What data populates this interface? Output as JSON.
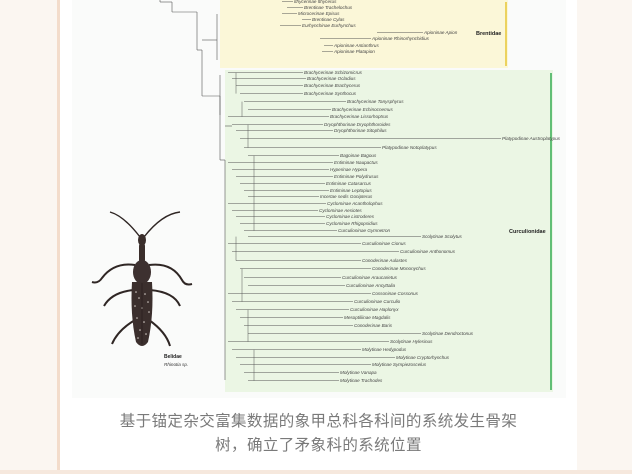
{
  "tree": {
    "families": [
      {
        "name": "Brentidae",
        "color": "#e9c840",
        "box_color": "#fbf7d8"
      },
      {
        "name": "Curculionidae",
        "color": "#3fb05a",
        "box_color": "#ebf6e4"
      }
    ],
    "taxa_top": [
      "Ithycerinae Ithycerus",
      "Brentinae Trachelochus",
      "Microcerinae Episus",
      "Brentinae Cylas",
      "Eurhynchinae Eurhynchus",
      "Apioninae Apion",
      "Apioninae Rhinorhynchidius",
      "Apioninae Antianthrus",
      "Apioninae Platapion"
    ],
    "taxa_curc": [
      "Brachycerinae Schizomicrus",
      "Brachycerinae Ocladius",
      "Brachycerinae Brachycerus",
      "Brachycerinae Synthocus",
      "Brachycerinae Tanysphyrus",
      "Brachycerinae Echinocnemus",
      "Brachycerinae Lissorhoptrus",
      "Dryophthorinae Dryophthoroides",
      "Dryophthorinae Sitophilus",
      "Platypodinae Austroplatypus",
      "Platypodinae Notoplatypus",
      "Bagoinae Bagous",
      "Entiminae Naupactus",
      "Hyperinae Hypera",
      "Entiminae Polydrusus",
      "Entiminae Catasarcus",
      "Entiminae Leptopius",
      "Incertae sedis Gonipterus",
      "Cyclominae Acantholophus",
      "Cyclominae Aesiotes",
      "Cyclominae Listroderes",
      "Cyclominae Rhigopsidius",
      "Curculioninae Gymnetron",
      "Scolytinae Scolytus",
      "Curculioninae Cionus",
      "Curculioninae Anthonomus",
      "Conoderinae Aulastes",
      "Conoderinae Mononychus",
      "Curculioninae Araucarietus",
      "Curculioninae Ancyttalia",
      "Cossoninae Cossonus",
      "Curculioninae Curculio",
      "Curculioninae Haplonyx",
      "Mesoptiliinae Magdalis",
      "Conoderinae Baris",
      "Scolytinae Dendroctonus",
      "Scolytinae Hylesinus",
      "Molytinae Hedypodus",
      "Molytinae Cryptorhynchus",
      "Molytinae Sympiezoscelus",
      "Molytinae Vanapa",
      "Molytinae Trachodes"
    ],
    "inset": {
      "family": "Belidae",
      "species": "Rhinotia sp."
    }
  },
  "caption": {
    "line1": "基于锚定杂交富集数据的象甲总科各科间的系统发生骨架",
    "line2": "树，确立了矛象科的系统位置"
  }
}
